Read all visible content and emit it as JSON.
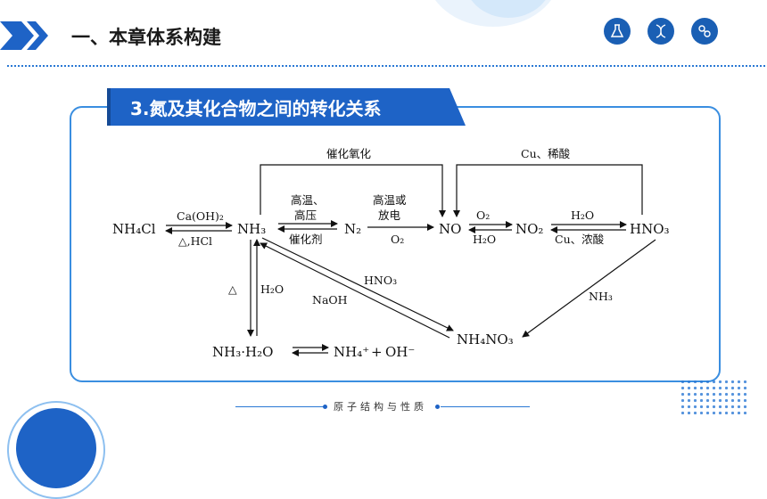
{
  "header": {
    "title": "一、本章体系构建"
  },
  "section": {
    "title": "3.氮及其化合物之间的转化关系"
  },
  "icons": [
    "flask-icon",
    "dna-icon",
    "molecule-icon"
  ],
  "colors": {
    "accent": "#1e63c6",
    "border": "#3a8ee0"
  },
  "diagram": {
    "nh4cl": "NH₄Cl",
    "nh3": "NH₃",
    "n2": "N₂",
    "no": "NO",
    "no2": "NO₂",
    "hno3": "HNO₃",
    "nh3h2o": "NH₃·H₂O",
    "nh4": "NH₄⁺",
    "plus": "+",
    "oh": "OH⁻",
    "nh4no3": "NH₄NO₃",
    "cond_caoh2": "Ca(OH)₂",
    "cond_heat_hcl": "△,HCl",
    "cond_gaowen_1": "高温、",
    "cond_gaoya": "高压",
    "cond_cuihuaji": "催化剂",
    "cond_gaowen_2": "高温或",
    "cond_fangdian": "放电",
    "cond_o2_a": "O₂",
    "cond_o2_b": "O₂",
    "cond_h2o_a": "H₂O",
    "cond_h2o_b": "H₂O",
    "cond_h2o_c": "H₂O",
    "cond_cu_nongsuan": "Cu、浓酸",
    "cond_cu_xisuan": "Cu、稀酸",
    "cond_cuihua_yanghua": "催化氧化",
    "cond_heat": "△",
    "cond_hno3": "HNO₃",
    "cond_naoh": "NaOH",
    "cond_nh3": "NH₃"
  },
  "footer": {
    "text": "原子结构与性质"
  }
}
